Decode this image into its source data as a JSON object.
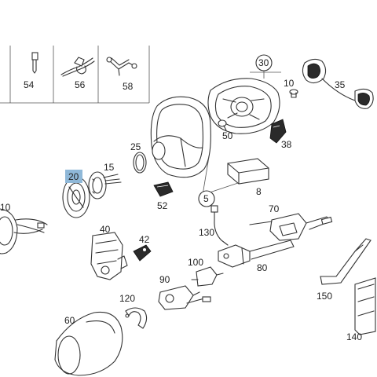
{
  "diagram": {
    "highlight_color": "#8fb8d8",
    "labels": {
      "p54": "54",
      "p56": "56",
      "p58": "58",
      "p30": "30",
      "p10a": "10",
      "p35": "35",
      "p50": "50",
      "p38": "38",
      "p25": "25",
      "p15": "15",
      "p20": "20",
      "p10b": "10",
      "p52": "52",
      "p8": "8",
      "p5": "5",
      "p70": "70",
      "p130": "130",
      "p40": "40",
      "p42": "42",
      "p100": "100",
      "p80": "80",
      "p90": "90",
      "p120": "120",
      "p150": "150",
      "p60": "60",
      "p140": "140"
    }
  }
}
